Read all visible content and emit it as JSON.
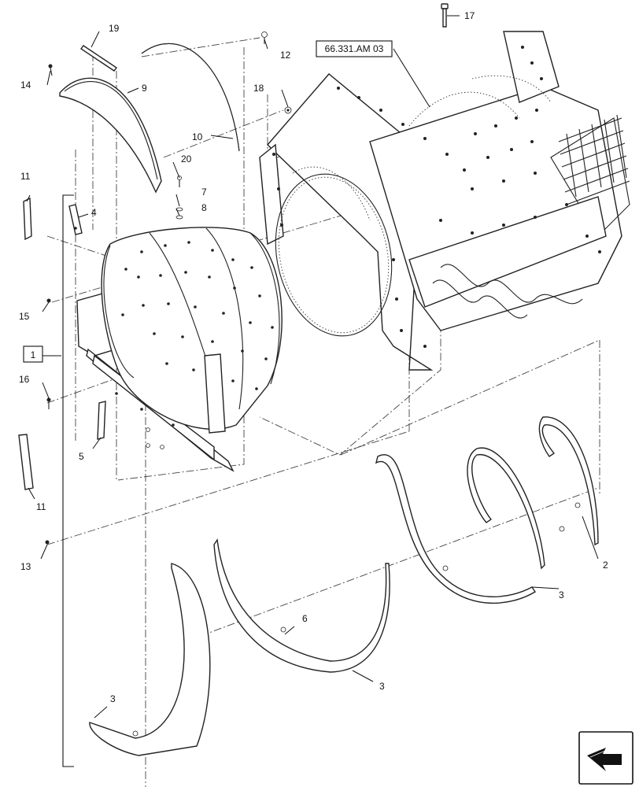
{
  "callouts": {
    "c1": "1",
    "c2": "2",
    "c3a": "3",
    "c3b": "3",
    "c3c": "3",
    "c4": "4",
    "c5": "5",
    "c6": "6",
    "c7": "7",
    "c8": "8",
    "c9": "9",
    "c10": "10",
    "c11a": "11",
    "c11b": "11",
    "c12": "12",
    "c13": "13",
    "c14": "14",
    "c15": "15",
    "c16": "16",
    "c17": "17",
    "c18": "18",
    "c19": "19",
    "c20": "20"
  },
  "reference": {
    "label": "66.331.AM 03"
  },
  "nav_icon": "navigation-arrow-icon"
}
